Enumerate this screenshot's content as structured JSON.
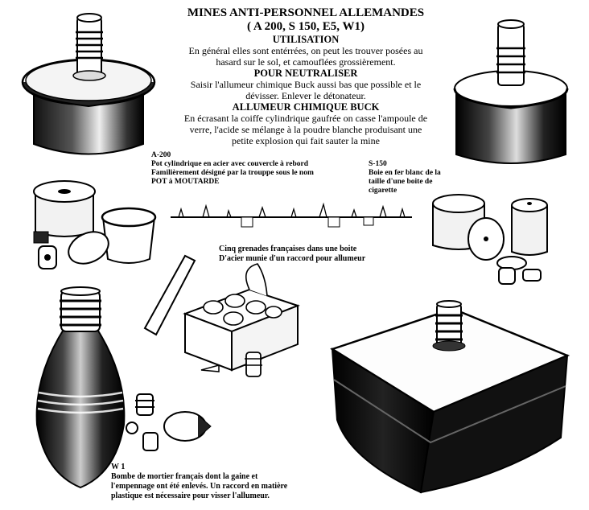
{
  "title": "MINES ANTI-PERSONNEL ALLEMANDES",
  "subtitle": "( A 200, S 150, E5, W1)",
  "sections": [
    {
      "heading": "UTILISATION",
      "lines": [
        "En général elles sont entérrées, on peut les trouver posées au",
        "hasard sur le sol, et camouflées grossièrement."
      ]
    },
    {
      "heading": "POUR NEUTRALISER",
      "lines": [
        "Saisir l'allumeur chimique Buck aussi bas que possible et le",
        "dévisser. Enlever le détonateur."
      ]
    },
    {
      "heading": "ALLUMEUR CHIMIQUE BUCK",
      "lines": [
        "En écrasant la coiffe cylindrique gaufrée on casse l'ampoule de",
        "verre, l'acide se mélange à la poudre blanche produisant une",
        "petite explosion qui fait sauter la mine"
      ]
    }
  ],
  "captions": {
    "a200": {
      "name": "A-200",
      "lines": [
        "Pot cylindrique en acier avec couvercle à rebord",
        "Familièrement désigné par la trouppe sous le nom",
        "POT à MOUTARDE"
      ]
    },
    "s150": {
      "name": "S-150",
      "lines": [
        "Boie en fer blanc de la",
        "taille d'une boite de",
        "cigarette"
      ]
    },
    "e5": {
      "lines": [
        "Cinq grenades françaises dans une boite",
        "D'acier munie d'un raccord pour allumeur"
      ]
    },
    "w1": {
      "name": "W 1",
      "lines": [
        "Bombe de mortier français dont la gaine et",
        "l'empennage ont été enlevés. Un raccord en matière",
        "plastique est nécessaire pour visser l'allumeur."
      ]
    }
  }
}
